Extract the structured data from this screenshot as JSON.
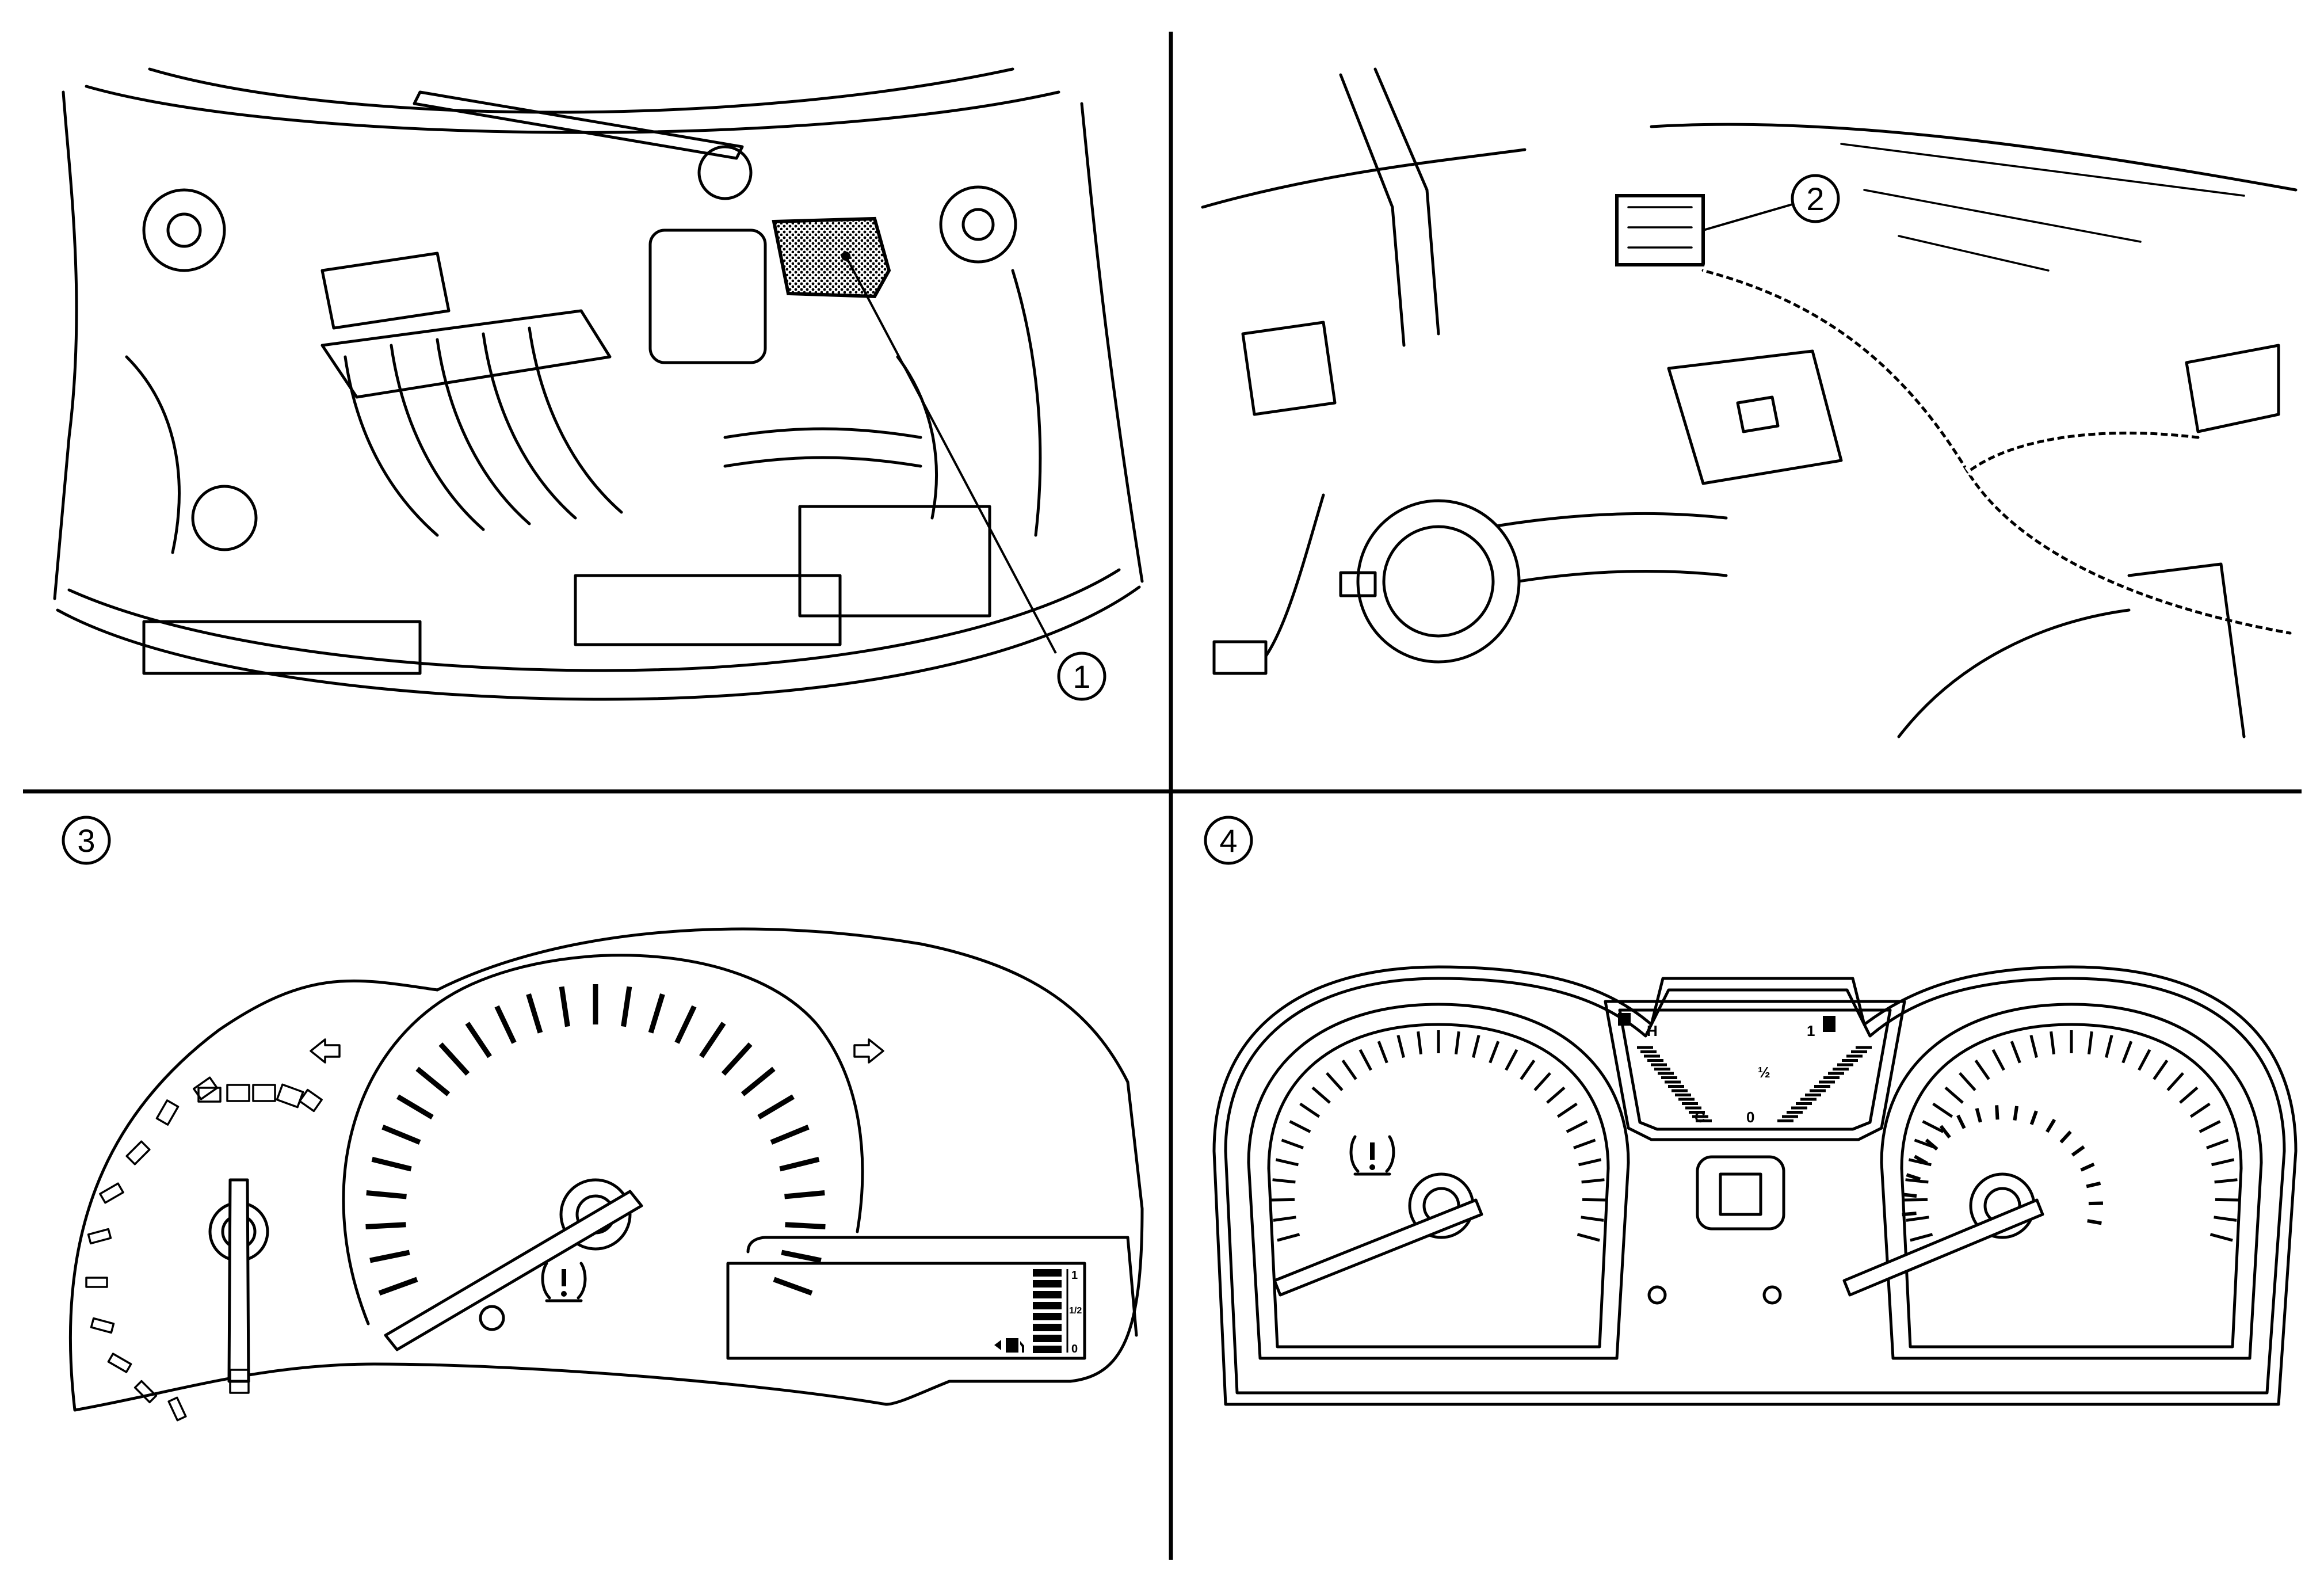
{
  "panels": {
    "panel_1": {
      "callout": "1"
    },
    "panel_2": {
      "callout": "2"
    },
    "panel_3": {
      "callout": "3",
      "fuel_gauge_scale": {
        "full": "1",
        "half": "1/2",
        "empty": "0"
      }
    },
    "panel_4": {
      "callout": "4",
      "temp_gauge": {
        "hot": "H",
        "cold": "C"
      },
      "fuel_gauge": {
        "full": "1",
        "half": "½",
        "empty": "0"
      }
    }
  },
  "colors": {
    "line": "#000000",
    "background": "#ffffff",
    "highlight": "#8a8a8a"
  }
}
